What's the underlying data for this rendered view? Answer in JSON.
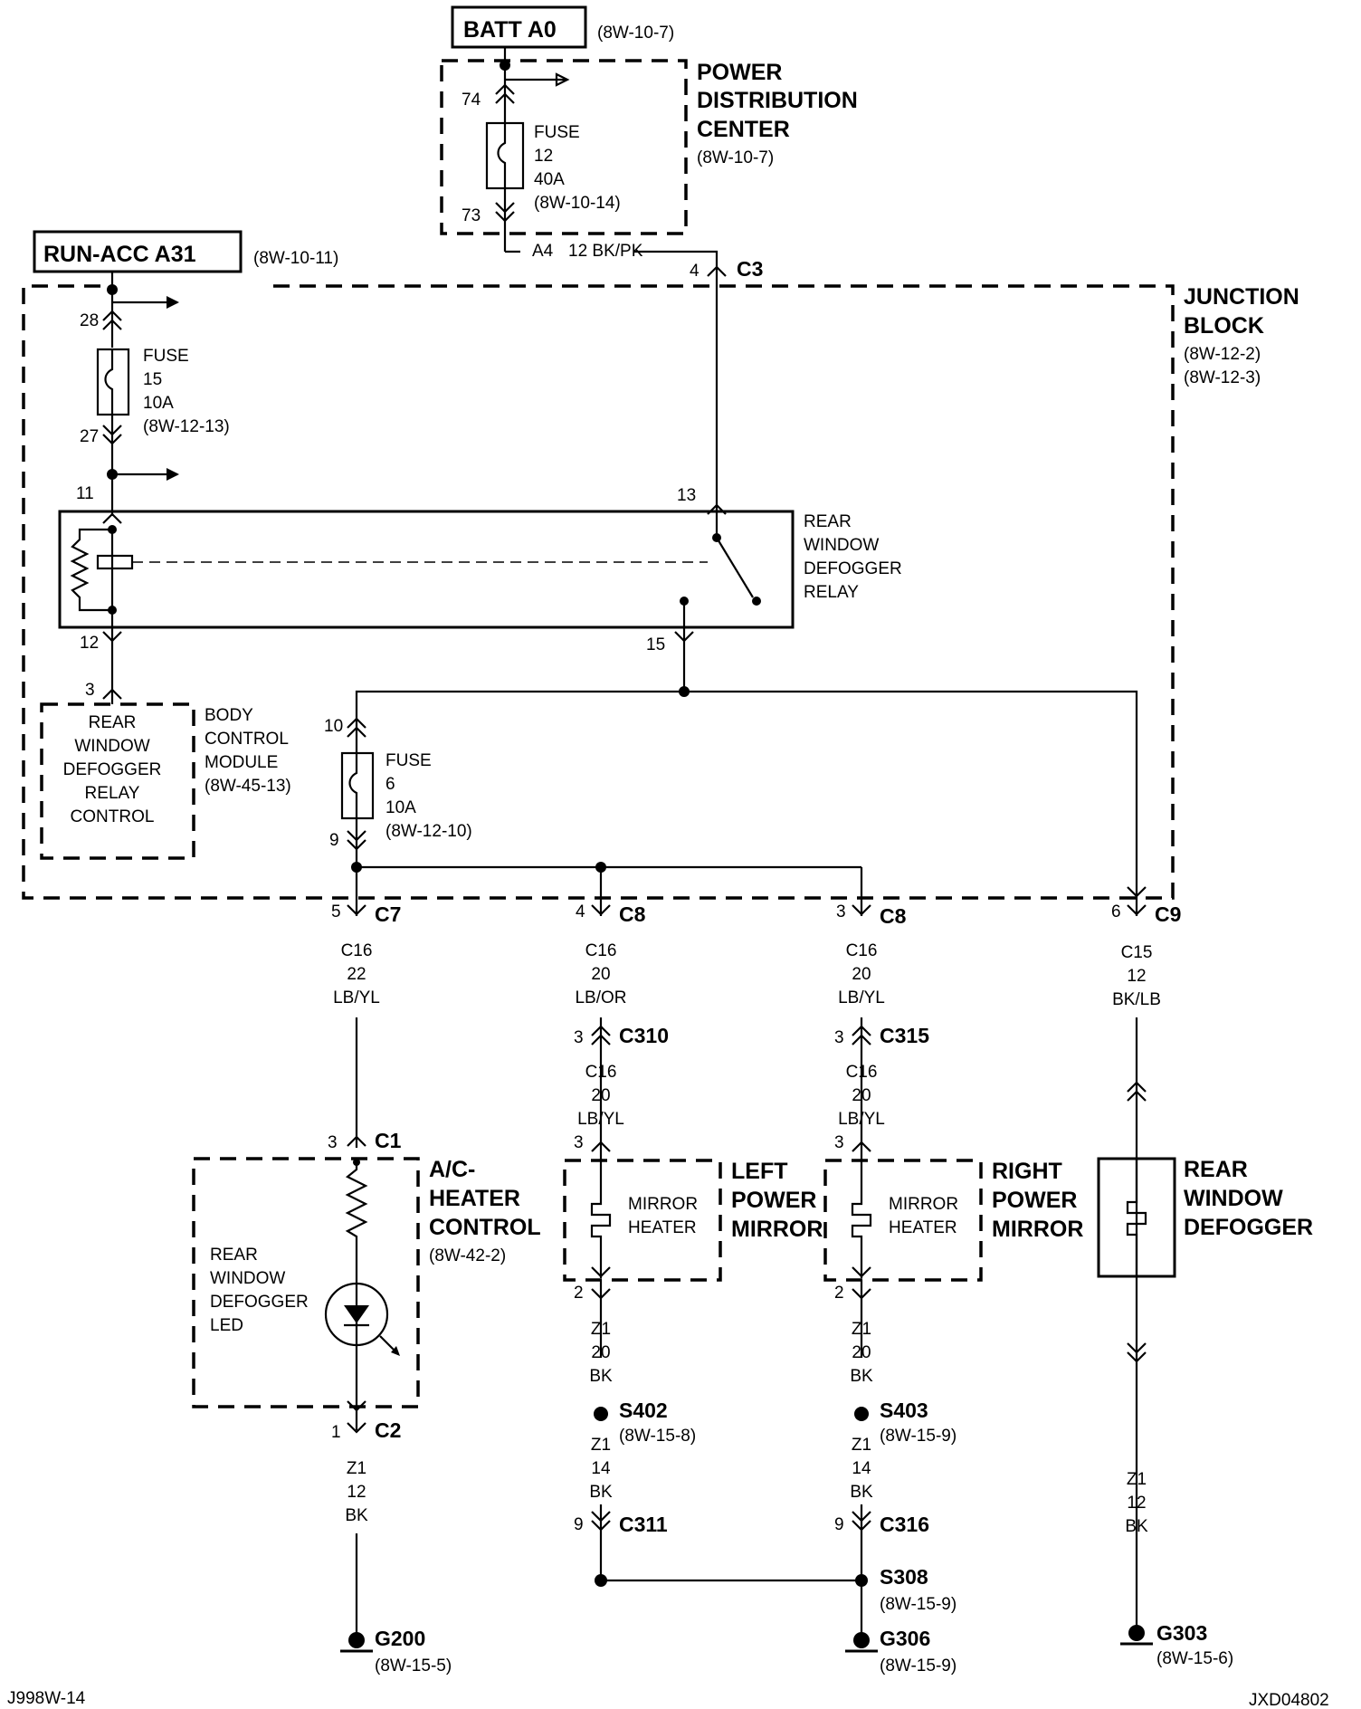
{
  "power_sources": {
    "batt": {
      "name": "BATT A0",
      "ref": "(8W-10-7)"
    },
    "run_acc": {
      "name": "RUN-ACC A31",
      "ref": "(8W-10-11)"
    }
  },
  "pdc": {
    "title_lines": [
      "POWER",
      "DISTRIBUTION",
      "CENTER"
    ],
    "ref": "(8W-10-7)",
    "fuse": {
      "label": "FUSE",
      "number": "12",
      "rating": "40A",
      "ref": "(8W-10-14)",
      "pin_in": "74",
      "pin_out": "73"
    }
  },
  "feed_wire": {
    "circuit": "A4",
    "spec": "12 BK/PK",
    "pin": "4",
    "connector": "C3"
  },
  "junction_block": {
    "title_lines": [
      "JUNCTION",
      "BLOCK"
    ],
    "refs": [
      "(8W-12-2)",
      "(8W-12-3)"
    ],
    "fuse15": {
      "label": "FUSE",
      "number": "15",
      "rating": "10A",
      "ref": "(8W-12-13)",
      "pin_in": "28",
      "pin_out": "27"
    },
    "fuse6": {
      "label": "FUSE",
      "number": "6",
      "rating": "10A",
      "ref": "(8W-12-10)",
      "pin_in": "10",
      "pin_out": "9"
    },
    "relay": {
      "title_lines": [
        "REAR",
        "WINDOW",
        "DEFOGGER",
        "RELAY"
      ],
      "pins": {
        "coil_in": "11",
        "coil_out": "12",
        "switch_in": "13",
        "switch_out": "15"
      }
    }
  },
  "bcm": {
    "box_lines": [
      "REAR",
      "WINDOW",
      "DEFOGGER",
      "RELAY",
      "CONTROL"
    ],
    "title_lines": [
      "BODY",
      "CONTROL",
      "MODULE"
    ],
    "ref": "(8W-45-13)",
    "pin": "3"
  },
  "outputs": {
    "c7": {
      "pin": "5",
      "connector": "C7",
      "wire": [
        "C16",
        "22",
        "LB/YL"
      ]
    },
    "c8_left": {
      "pin": "4",
      "connector": "C8",
      "wire": [
        "C16",
        "20",
        "LB/OR"
      ]
    },
    "c8_right": {
      "pin": "3",
      "connector": "C8",
      "wire": [
        "C16",
        "20",
        "LB/YL"
      ]
    },
    "c9": {
      "pin": "6",
      "connector": "C9",
      "wire": [
        "C15",
        "12",
        "BK/LB"
      ]
    }
  },
  "hvac": {
    "c1": {
      "pin": "3",
      "connector": "C1"
    },
    "title_lines": [
      "A/C-",
      "HEATER",
      "CONTROL"
    ],
    "ref": "(8W-42-2)",
    "led_lines": [
      "REAR",
      "WINDOW",
      "DEFOGGER",
      "LED"
    ],
    "c2": {
      "pin": "1",
      "connector": "C2"
    },
    "ground_wire": [
      "Z1",
      "12",
      "BK"
    ],
    "ground": {
      "name": "G200",
      "ref": "(8W-15-5)"
    }
  },
  "left_mirror": {
    "inline": {
      "pin": "3",
      "connector": "C310"
    },
    "wire2": [
      "C16",
      "20",
      "LB/YL"
    ],
    "pin_in": "3",
    "heater_lines": [
      "MIRROR",
      "HEATER"
    ],
    "title_lines": [
      "LEFT",
      "POWER",
      "MIRROR"
    ],
    "pin_out": "2",
    "ground_wire": [
      "Z1",
      "20",
      "BK"
    ],
    "splice": {
      "name": "S402",
      "ref": "(8W-15-8)"
    },
    "wire3": [
      "Z1",
      "14",
      "BK"
    ],
    "c311": {
      "pin": "9",
      "connector": "C311"
    }
  },
  "right_mirror": {
    "inline": {
      "pin": "3",
      "connector": "C315"
    },
    "wire2": [
      "C16",
      "20",
      "LB/YL"
    ],
    "pin_in": "3",
    "heater_lines": [
      "MIRROR",
      "HEATER"
    ],
    "title_lines": [
      "RIGHT",
      "POWER",
      "MIRROR"
    ],
    "pin_out": "2",
    "ground_wire": [
      "Z1",
      "20",
      "BK"
    ],
    "splice": {
      "name": "S403",
      "ref": "(8W-15-9)"
    },
    "wire3": [
      "Z1",
      "14",
      "BK"
    ],
    "c316": {
      "pin": "9",
      "connector": "C316"
    },
    "s308": {
      "name": "S308",
      "ref": "(8W-15-9)"
    },
    "ground": {
      "name": "G306",
      "ref": "(8W-15-9)"
    }
  },
  "defogger": {
    "title_lines": [
      "REAR",
      "WINDOW",
      "DEFOGGER"
    ],
    "ground_wire": [
      "Z1",
      "12",
      "BK"
    ],
    "ground": {
      "name": "G303",
      "ref": "(8W-15-6)"
    }
  },
  "footer": {
    "left": "J998W-14",
    "right": "JXD04802"
  }
}
